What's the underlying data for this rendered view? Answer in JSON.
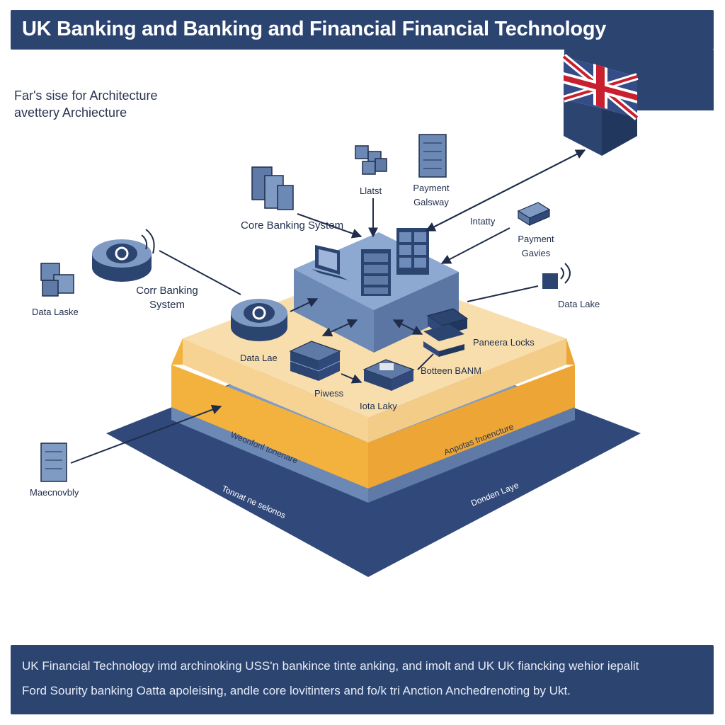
{
  "header": {
    "title": "UK Banking and Banking and Financial Financial Technology"
  },
  "subtitle": {
    "line1": "Far's sise for Architecture",
    "line2": "avettery Archiecture"
  },
  "labels": {
    "core_banking_top": "Core Banking System",
    "latest": "Llatst",
    "payment_gateway": "Payment Galsway",
    "intatity": "Intatty",
    "payment_gavies": "Payment Gavies",
    "core_banking_left": "Corr Banking System",
    "data_laske": "Data Laske",
    "data_lake_right": "Data Lake",
    "data_lae": "Data Lae",
    "paneera_locks": "Paneera Locks",
    "bottom_banm": "Botteen BANM",
    "pivess": "Piwess",
    "iota_laky": "Iota Laky",
    "maecnovbly": "Maecnovbly",
    "layer_orange_left": "Weonfonl tonenare",
    "layer_orange_right": "Anpotas fnoencture",
    "layer_base_left": "Tonnat ne selonos",
    "layer_base_right": "Donden Laye"
  },
  "footer": {
    "line1": "UK Financial Technology imd archinoking USS'n bankince tinte anking, and imolt and UK UK fiancking wehior iepalit",
    "line2": "Ford Sourity banking Oatta apoleising, andle core lovitinters and fo/k tri Anction Anchedrenoting by Ukt."
  },
  "colors": {
    "navy": "#2c4470",
    "steel": "#7f9bc4",
    "orange": "#f3b23e",
    "cream": "#f8deac",
    "base": "#31497a"
  }
}
